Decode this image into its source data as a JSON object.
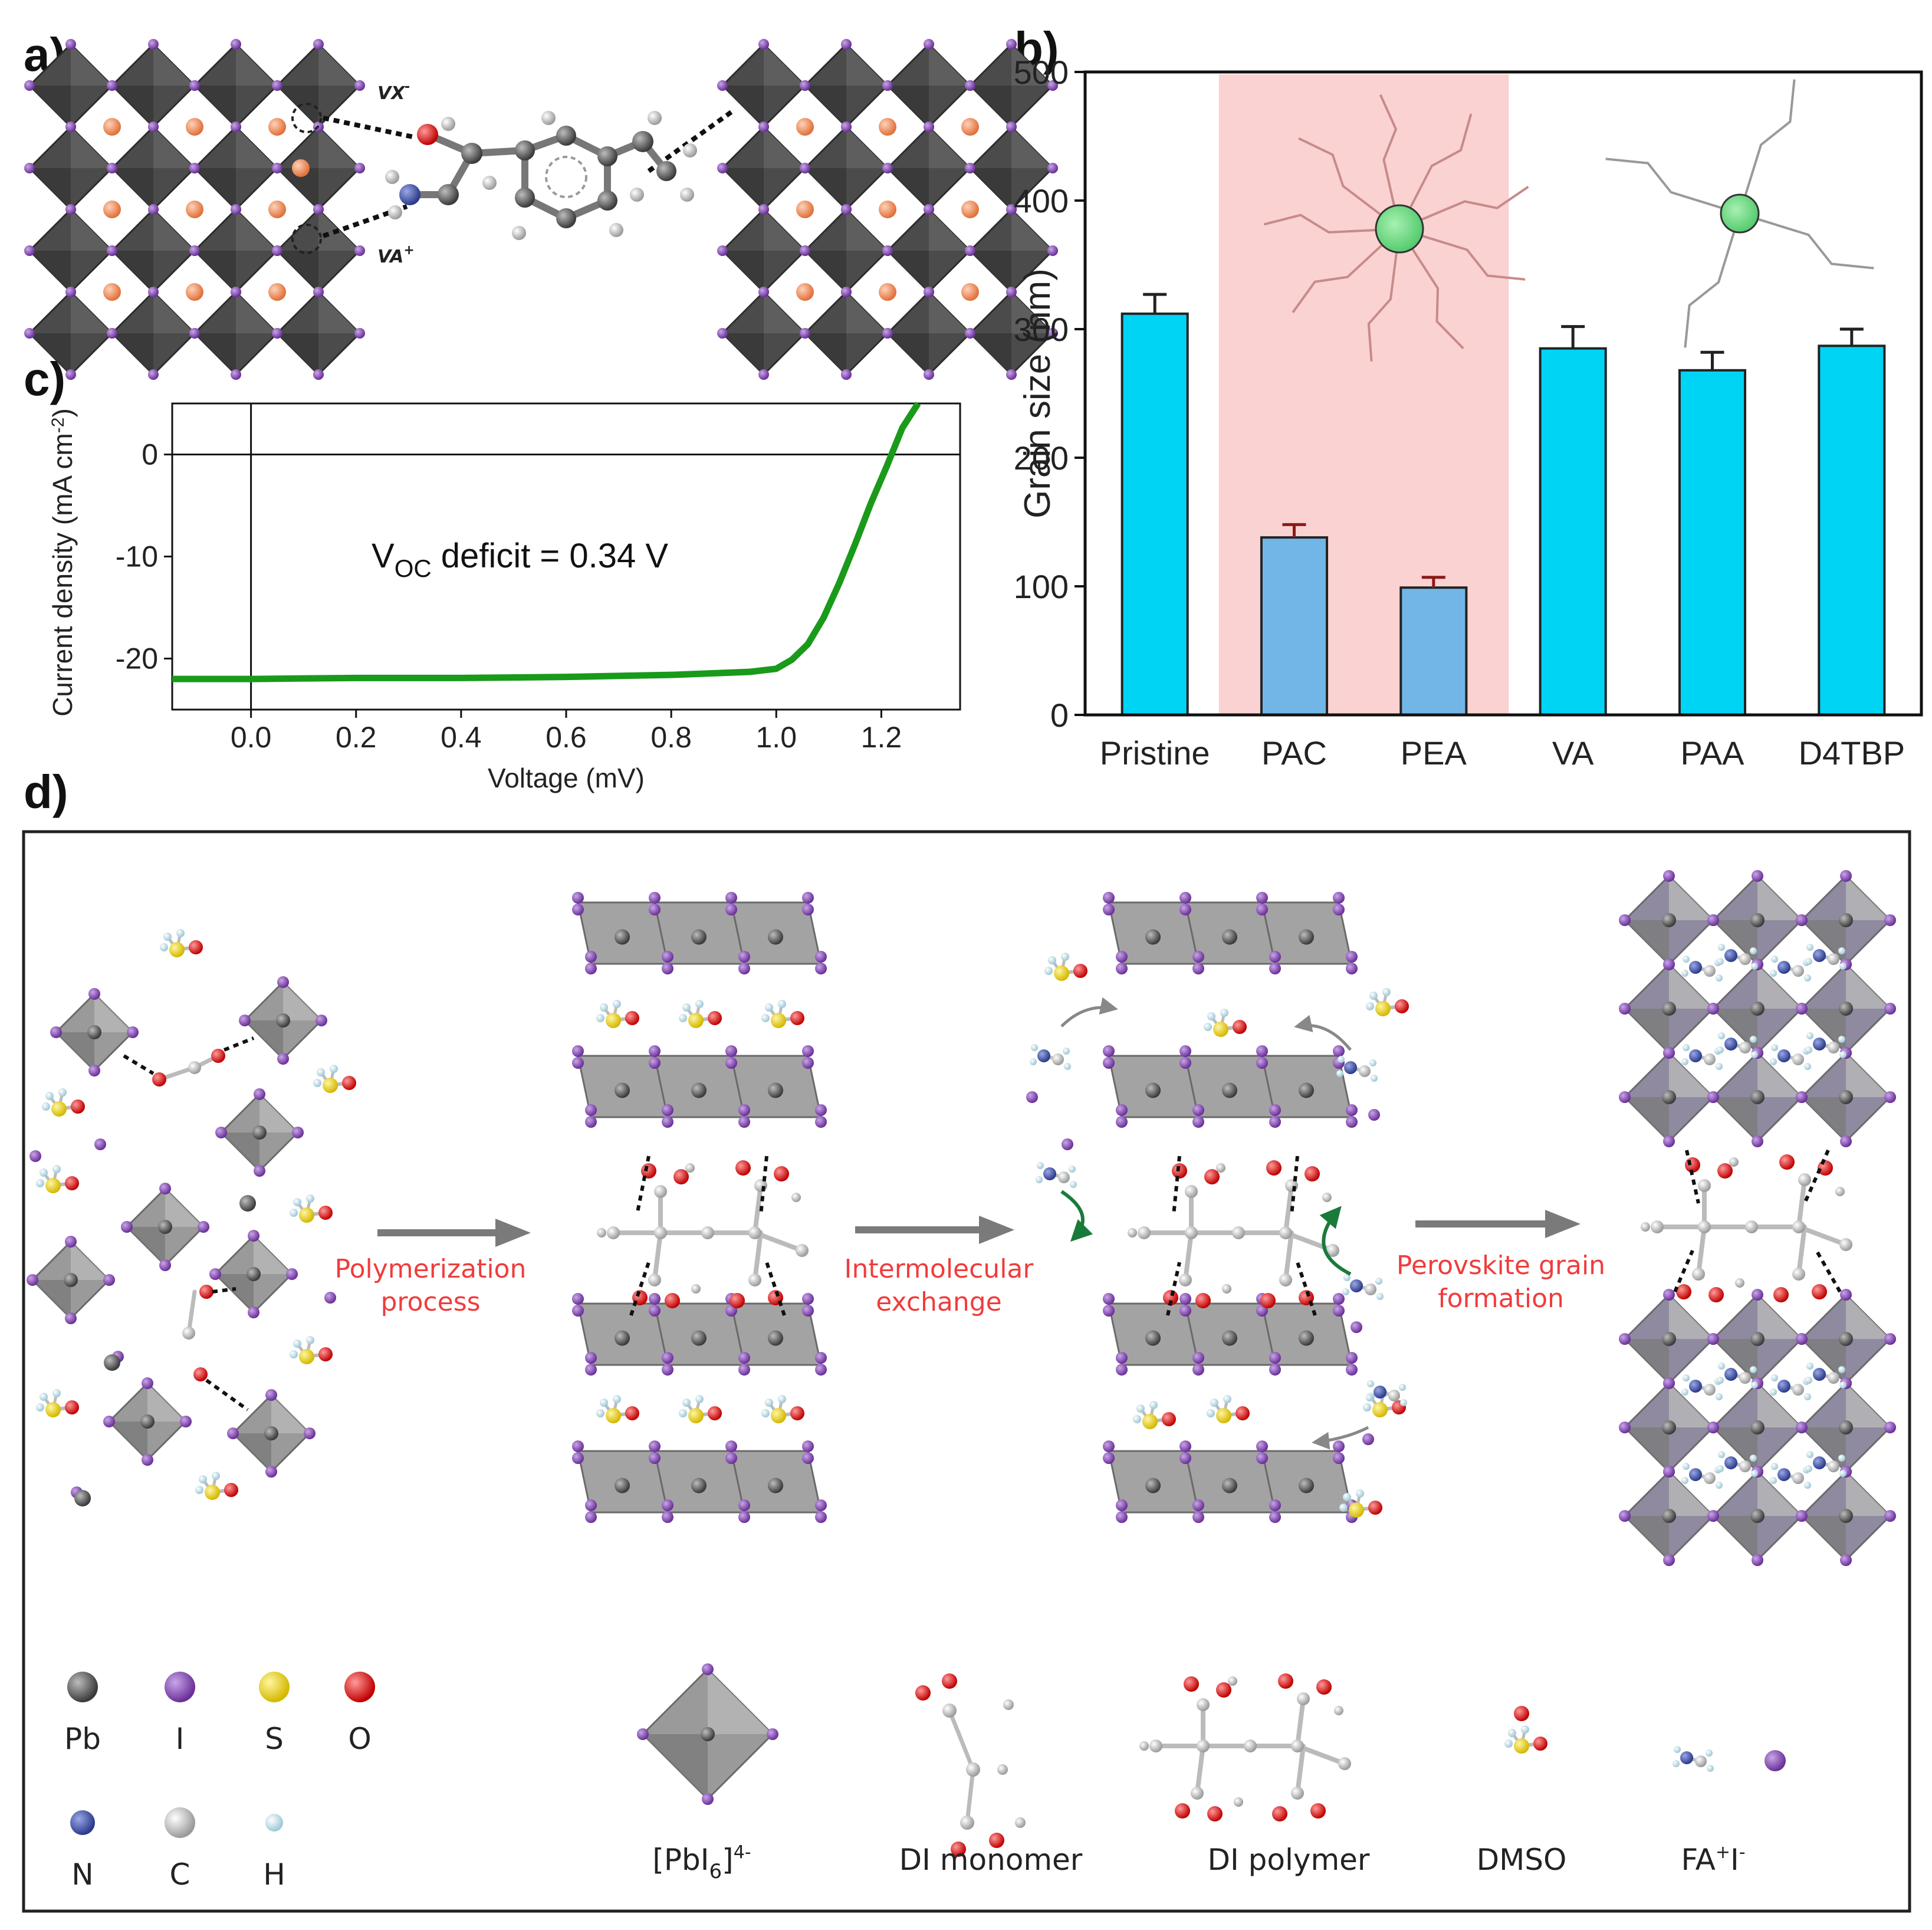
{
  "panels": {
    "a": "a)",
    "b": "b)",
    "c": "c)",
    "d": "d)"
  },
  "panel_a": {
    "vacancy_x": "VX",
    "vacancy_x_sup": "-",
    "vacancy_a": "VA",
    "vacancy_a_sup": "+"
  },
  "panel_d": {
    "steps": [
      {
        "line1": "Polymerization",
        "line2": "process"
      },
      {
        "line1": "Intermolecular",
        "line2": "exchange"
      },
      {
        "line1": "Perovskite grain",
        "line2": "formation"
      }
    ],
    "legend_atoms": [
      {
        "label": "Pb",
        "color": "#4a4a4a"
      },
      {
        "label": "I",
        "color": "#7b3fa8"
      },
      {
        "label": "S",
        "color": "#e8d000"
      },
      {
        "label": "O",
        "color": "#e01010"
      },
      {
        "label": "N",
        "color": "#3a4ea0"
      },
      {
        "label": "C",
        "color": "#cfcfcf"
      },
      {
        "label": "H",
        "color": "#c8e6ee"
      }
    ],
    "legend_species": {
      "pbi6_main": "[PbI",
      "pbi6_sub": "6",
      "pbi6_tail": "]",
      "pbi6_sup": "4-",
      "di_monomer": "DI monomer",
      "di_polymer": "DI polymer",
      "dmso": "DMSO",
      "fai_a": "FA",
      "fai_sup1": "+",
      "fai_b": "I",
      "fai_sup2": "-"
    }
  },
  "colors": {
    "bar_cyan": "#00d4f5",
    "bar_blue": "#71b6e6",
    "highlight_pink": "#fad2d2",
    "jv_curve": "#1a9a1a",
    "step_text": "#f03c3c",
    "perovskite_octahedra": "#4a4a4a",
    "iodide": "#7b3fa8",
    "cation_orange": "#f0905a"
  },
  "chart_data": [
    {
      "panel": "b",
      "type": "bar",
      "categories": [
        "Pristine",
        "PAC",
        "PEA",
        "VA",
        "PAA",
        "D4TBP"
      ],
      "values": [
        312,
        138,
        99,
        285,
        268,
        287
      ],
      "errors": [
        15,
        10,
        8,
        17,
        14,
        13
      ],
      "highlighted_categories": [
        "PAC",
        "PEA"
      ],
      "ylabel": "Grain size (nm)",
      "xlabel": "",
      "ylim": [
        0,
        500
      ],
      "yticks": [
        0,
        100,
        200,
        300,
        400,
        500
      ],
      "grid": false
    },
    {
      "panel": "c",
      "type": "line",
      "xlabel": "Voltage (mV)",
      "ylabel_main": "Current density (mA cm",
      "ylabel_sup": "-2",
      "ylabel_tail": ")",
      "xlim": [
        -0.15,
        1.35
      ],
      "ylim": [
        -25,
        5
      ],
      "xticks": [
        "0.0",
        "0.2",
        "0.4",
        "0.6",
        "0.8",
        "1.0",
        "1.2"
      ],
      "yticks": [
        "0",
        "-10",
        "-20"
      ],
      "annotation_main": "V",
      "annotation_sub": "OC",
      "annotation_tail": " deficit = 0.34 V",
      "series": [
        {
          "x": [
            -0.15,
            0.0,
            0.2,
            0.4,
            0.6,
            0.8,
            0.9,
            0.95,
            1.0,
            1.03,
            1.06,
            1.09,
            1.12,
            1.15,
            1.18,
            1.21,
            1.24,
            1.27
          ],
          "y": [
            -22.0,
            -22.0,
            -21.9,
            -21.9,
            -21.8,
            -21.6,
            -21.4,
            -21.3,
            -21.0,
            -20.1,
            -18.6,
            -16.0,
            -12.6,
            -8.8,
            -4.8,
            -1.2,
            2.6,
            5.0
          ]
        }
      ]
    }
  ]
}
